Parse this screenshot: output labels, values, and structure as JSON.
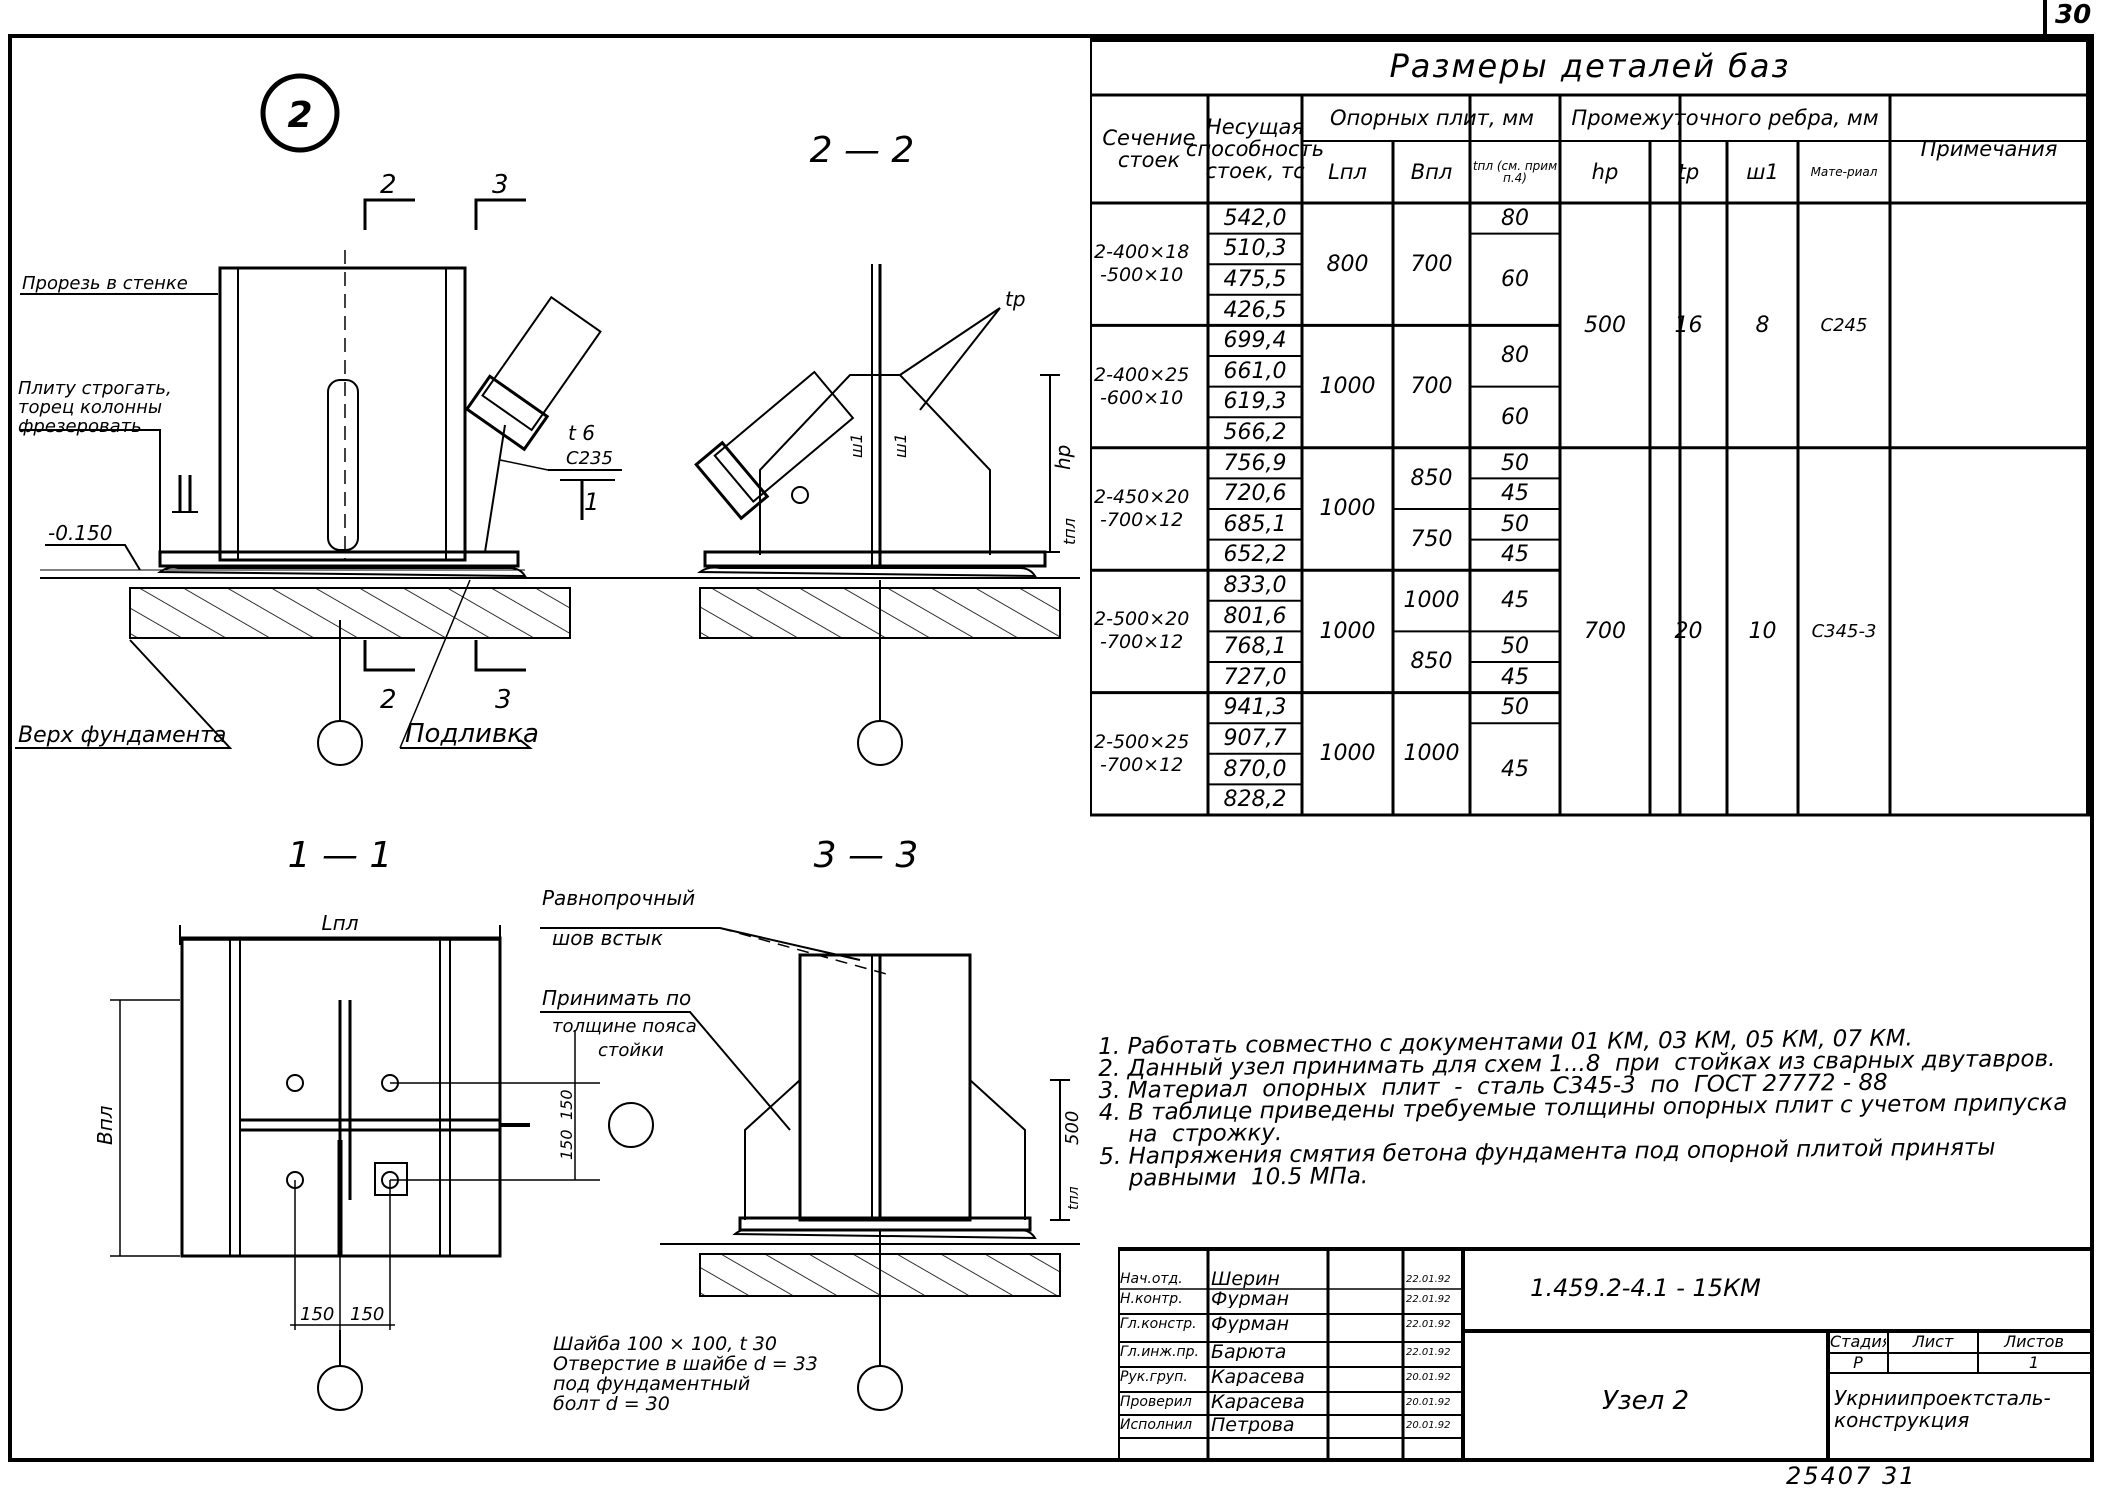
{
  "page_number": "30",
  "bottom_code": "25407  31",
  "drawing": {
    "node_number": "2",
    "views": {
      "s22": "2 — 2",
      "s11": "1 — 1",
      "s33": "3 — 3"
    },
    "cuts": {
      "c2": "2",
      "c3": "3",
      "c1": "1"
    },
    "labels": {
      "slot": "Прорезь в стенке",
      "plane1": "Плиту строгать,",
      "plane2": "торец колонны",
      "plane3": "фрезеровать",
      "elev": "-0.150",
      "t6": "t 6",
      "c235": "С235",
      "top_found": "Верх фундамента",
      "grout": "Подливка",
      "tp": "tр",
      "hp": "hр",
      "tpl": "tпл",
      "w1a": "ш1",
      "w1b": "ш1",
      "lpl": "Lпл",
      "bpl": "Bпл",
      "d150a": "150",
      "d150b": "150",
      "d150c": "150",
      "d150d": "150",
      "weld1": "Равнопрочный",
      "weld2": "шов встык",
      "take1": "Принимать по",
      "take2": "толщине пояса",
      "take3": "стойки",
      "d500": "500",
      "tpl2": "tпл",
      "washer1": "Шайба 100 × 100, t 30",
      "washer2": "Отверстие в шайбе d = 33",
      "washer3": "под фундаментный",
      "washer4": "болт d = 30"
    }
  },
  "table": {
    "title": "Размеры      деталей      баз",
    "headers": {
      "section": "Сечение стоек",
      "capacity": "Несущая способность стоек, тс",
      "plates": "Опорных плит, мм",
      "rib": "Промежуточного ребра, мм",
      "note": "Примечания",
      "lpl": "Lпл",
      "bpl": "Bпл",
      "tpl": "tпл (см. прим п.4)",
      "hp": "hр",
      "tp": "tр",
      "w1": "ш1",
      "mat": "Мате-риал"
    },
    "groups": [
      {
        "section": "2-400×18\n-500×10",
        "lpl": "800",
        "bpl": "700",
        "caps": [
          "542,0",
          "510,3",
          "475,5",
          "426,5"
        ],
        "tpl": [
          {
            "v": "80",
            "n": 1
          },
          {
            "v": "60",
            "n": 3
          }
        ]
      },
      {
        "section": "2-400×25\n-600×10",
        "lpl": "1000",
        "bpl": "700",
        "caps": [
          "699,4",
          "661,0",
          "619,3",
          "566,2"
        ],
        "tpl": [
          {
            "v": "80",
            "n": 2
          },
          {
            "v": "60",
            "n": 2
          }
        ]
      },
      {
        "section": "2-450×20\n-700×12",
        "lpl": "1000",
        "caps": [
          "756,9",
          "720,6",
          "685,1",
          "652,2"
        ],
        "bpl_list": [
          {
            "v": "850",
            "n": 2
          },
          {
            "v": "750",
            "n": 2
          }
        ],
        "tpl": [
          {
            "v": "50",
            "n": 1
          },
          {
            "v": "45",
            "n": 1
          },
          {
            "v": "50",
            "n": 1
          },
          {
            "v": "45",
            "n": 1
          }
        ]
      },
      {
        "section": "2-500×20\n-700×12",
        "lpl": "1000",
        "caps": [
          "833,0",
          "801,6",
          "768,1",
          "727,0"
        ],
        "bpl_list": [
          {
            "v": "1000",
            "n": 2
          },
          {
            "v": "850",
            "n": 2
          }
        ],
        "tpl": [
          {
            "v": "45",
            "n": 2
          },
          {
            "v": "50",
            "n": 1
          },
          {
            "v": "45",
            "n": 1
          }
        ]
      },
      {
        "section": "2-500×25\n-700×12",
        "lpl": "1000",
        "bpl": "1000",
        "caps": [
          "941,3",
          "907,7",
          "870,0",
          "828,2"
        ],
        "tpl": [
          {
            "v": "50",
            "n": 1
          },
          {
            "v": "45",
            "n": 3
          }
        ]
      }
    ],
    "rib_groups": [
      {
        "hp": "500",
        "tp": "16",
        "w1": "8",
        "mat": "С245"
      },
      {
        "hp": "700",
        "tp": "20",
        "w1": "10",
        "mat": "С345-3"
      }
    ]
  },
  "notes": [
    "1. Работать совместно с документами 01 КМ, 03 КМ, 05 КМ, 07 КМ.",
    "2. Данный узел принимать для схем 1...8  при  стойках из сварных двутавров.",
    "3. Материал  опорных  плит  -  сталь С345-3  по  ГОСТ 27772 - 88",
    "4. В таблице приведены требуемые толщины опорных плит с учетом припуска",
    "    на  строжку.",
    "5. Напряжения смятия бетона фундамента под опорной плитой приняты",
    "    равными  10.5 МПа."
  ],
  "title_block": {
    "doc_code": "1.459.2-4.1 - 15КМ",
    "node_title": "Узел 2",
    "org1": "Укрниипроектсталь-",
    "org2": "конструкция",
    "stage_h": "Стадия",
    "sheet_h": "Лист",
    "sheets_h": "Листов",
    "stage": "Р",
    "sheet": "",
    "sheets": "1",
    "people": [
      {
        "role": "Нач.отд.",
        "name": "Шерин",
        "date": "22.01.92"
      },
      {
        "role": "Н.контр.",
        "name": "Фурман",
        "date": "22.01.92"
      },
      {
        "role": "Гл.констр.",
        "name": "Фурман",
        "date": "22.01.92"
      },
      {
        "role": "Гл.инж.пр.",
        "name": "Барюта",
        "date": "22.01.92"
      },
      {
        "role": "Рук.груп.",
        "name": "Карасева",
        "date": "20.01.92"
      },
      {
        "role": "Проверил",
        "name": "Карасева",
        "date": "20.01.92"
      },
      {
        "role": "Исполнил",
        "name": "Петрова",
        "date": "20.01.92"
      }
    ]
  }
}
